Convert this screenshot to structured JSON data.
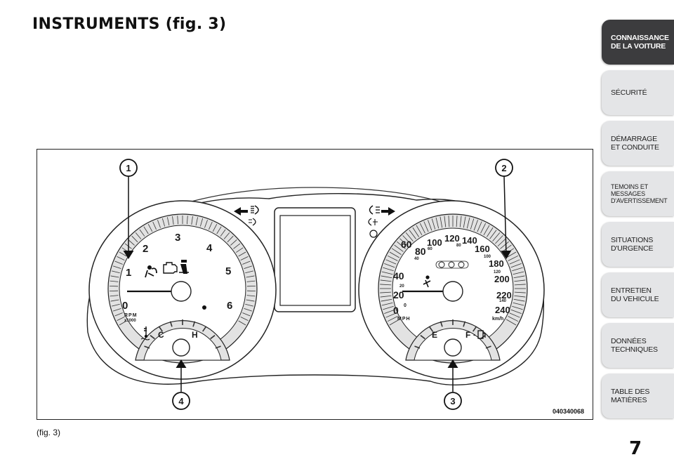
{
  "header": {
    "title": "INSTRUMENTS (fig.  3)"
  },
  "figure": {
    "caption": "(fig. 3)",
    "code": "040340068",
    "callouts": [
      "1",
      "2",
      "3",
      "4"
    ],
    "tachometer": {
      "numbers": [
        "0",
        "1",
        "2",
        "3",
        "4",
        "5",
        "6"
      ],
      "unit_top": "RPM",
      "unit_bottom": "x1000",
      "temp_cold": "C",
      "temp_hot": "H"
    },
    "speedometer": {
      "mph": [
        "0",
        "20",
        "40",
        "60",
        "80",
        "100",
        "120",
        "140",
        "160"
      ],
      "kmh": [
        "180",
        "200",
        "220",
        "240"
      ],
      "inner": [
        "0",
        "20",
        "40",
        "60",
        "80",
        "100",
        "120",
        "140"
      ],
      "unit_left": "MPH",
      "unit_right": "km/h",
      "fuel_empty": "E",
      "fuel_full": "F"
    }
  },
  "sidebar": {
    "tabs": [
      {
        "label": "CONNAISSANCE\nDE LA VOITURE",
        "active": true
      },
      {
        "label": "SÉCURITÉ",
        "active": false
      },
      {
        "label": "DÉMARRAGE\nET CONDUITE",
        "active": false
      },
      {
        "label": "TEMOINS ET\nMESSAGES\nD'AVERTISSEMENT",
        "active": false
      },
      {
        "label": "SITUATIONS\nD'URGENCE",
        "active": false
      },
      {
        "label": "ENTRETIEN\nDU VEHICULE",
        "active": false
      },
      {
        "label": "DONNÉES\nTECHNIQUES",
        "active": false
      },
      {
        "label": "TABLE DES\nMATIÈRES",
        "active": false
      }
    ]
  },
  "footer": {
    "page_number": "7"
  },
  "icons": [
    "turn-left-arrow-icon",
    "turn-right-arrow-icon",
    "headlight-icon",
    "fog-light-icon",
    "engine-icon",
    "airbag-icon",
    "seatbelt-icon",
    "coolant-temp-icon",
    "fuel-pump-icon"
  ]
}
